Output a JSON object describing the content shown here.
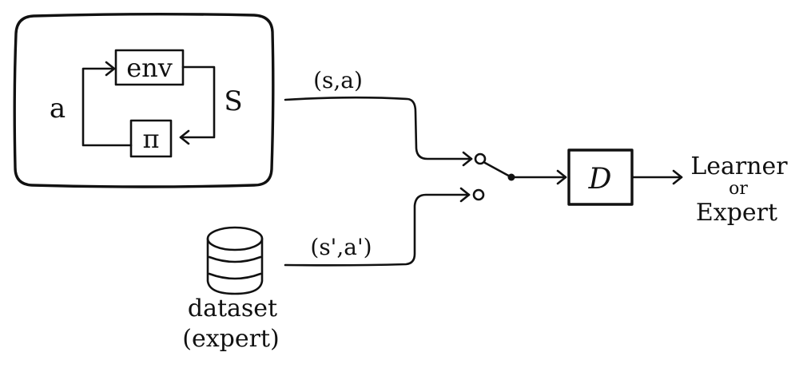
{
  "diagram": {
    "environment_box": {
      "env_label": "env",
      "policy_label": "π",
      "action_label": "a",
      "state_label": "S"
    },
    "learner_pair_label": "(s,a)",
    "expert_pair_label": "(s',a')",
    "dataset": {
      "label": "dataset",
      "sublabel": "(expert)"
    },
    "discriminator_label": "D",
    "output": {
      "line1": "Learner",
      "line2": "or",
      "line3": "Expert"
    }
  }
}
